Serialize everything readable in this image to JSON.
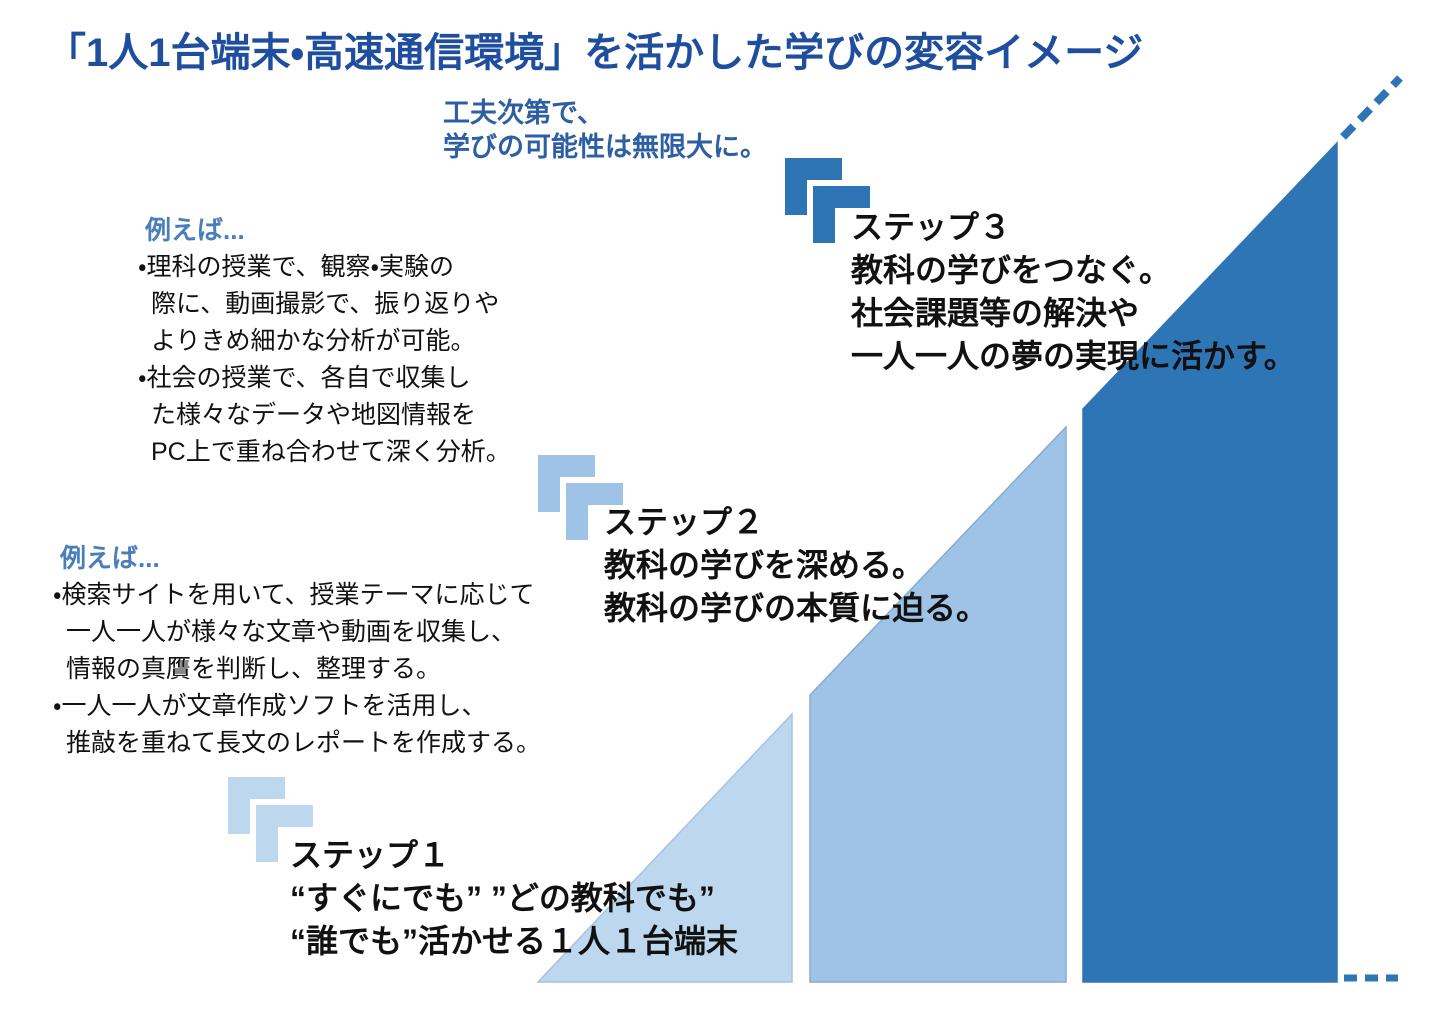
{
  "title": "「1人1台端末・高速通信環境」を活かした学びの変容イメージ",
  "tagline": {
    "line1": "工夫次第で、",
    "line2": "学びの可能性は無限大に。"
  },
  "examples": [
    {
      "label": "例えば...",
      "lines": [
        "・理科の授業で、観察・実験の",
        "際に、動画撮影で、振り返りや",
        "よりきめ細かな分析が可能。",
        "・社会の授業で、各自で収集し",
        "た様々なデータや地図情報を",
        "PC上で重ね合わせて深く分析。"
      ]
    },
    {
      "label": "例えば...",
      "lines": [
        "・検索サイトを用いて、授業テーマに応じて",
        "一人一人が様々な文章や動画を収集し、",
        "情報の真贋を判断し、整理する。",
        "・一人一人が文章作成ソフトを活用し、",
        "推敲を重ねて長文のレポートを作成する。"
      ]
    }
  ],
  "steps": [
    {
      "name": "ステップ１",
      "icon": "corner-quote-icon",
      "lines": [
        "“すぐにでも” ”どの教科でも”",
        "“誰でも”活かせる１人１台端末"
      ]
    },
    {
      "name": "ステップ２",
      "icon": "corner-quote-icon",
      "lines": [
        "教科の学びを深める。",
        "教科の学びの本質に迫る。"
      ]
    },
    {
      "name": "ステップ３",
      "icon": "corner-quote-icon",
      "lines": [
        "教科の学びをつなぐ。",
        "社会課題等の解決や",
        "一人一人の夢の実現に活かす。"
      ]
    }
  ],
  "colors": {
    "title_blue": "#1F4E9F",
    "tagline_blue": "#2E5FA3",
    "example_label_blue": "#4A7EBB",
    "step1_light_blue": "#BDD7EE",
    "step2_medium_blue": "#9FC3E7",
    "step3_dark_blue": "#2E75B6",
    "body_text": "#111111"
  }
}
